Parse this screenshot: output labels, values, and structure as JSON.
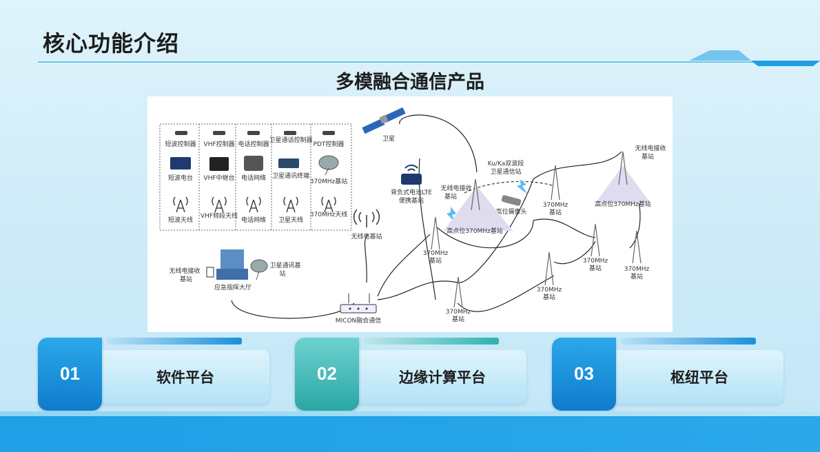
{
  "page_title": "核心功能介绍",
  "subtitle": "多模融合通信产品",
  "colors": {
    "accent_blue": "#1e9fe6",
    "teal": "#4fc8c2",
    "title_rule": "#6cc6ea"
  },
  "diagram": {
    "panel": [
      {
        "controller": "短波控制器",
        "device": "短波电台",
        "antenna": "短波天线"
      },
      {
        "controller": "VHF控制器",
        "device": "VHF中继台",
        "antenna": "VHF频段天线"
      },
      {
        "controller": "电话控制器",
        "device": "电话网络",
        "antenna": "电话网络"
      },
      {
        "controller": "卫星通话控制器",
        "device": "卫星通讯终端",
        "antenna": "卫星天线"
      },
      {
        "controller": "PDT控制器",
        "device": "370MHz基站",
        "antenna": "370MHz天线"
      }
    ],
    "labels": {
      "satellite": "卫星",
      "lte": "背负式电池LTE便携基站",
      "wireless_top": "无线电接收基站",
      "ku_ka": "Ku/Ka双波段卫星通信站",
      "camera": "高位摄像头",
      "high_site_center": "高点位370MHz基站",
      "wireless_right": "无线电接收基站",
      "high_site_right": "高点位370MHz基站",
      "wireless_station": "无线电基站",
      "wireless_left": "无线电接收基站",
      "satellite_station": "卫星通讯基站",
      "command_hall": "应急指挥大厅",
      "micon": "MICON融合通信",
      "site_370": "370MHz基站"
    }
  },
  "cards": [
    {
      "num": "01",
      "label": "软件平台"
    },
    {
      "num": "02",
      "label": "边缘计算平台"
    },
    {
      "num": "03",
      "label": "枢纽平台"
    }
  ]
}
